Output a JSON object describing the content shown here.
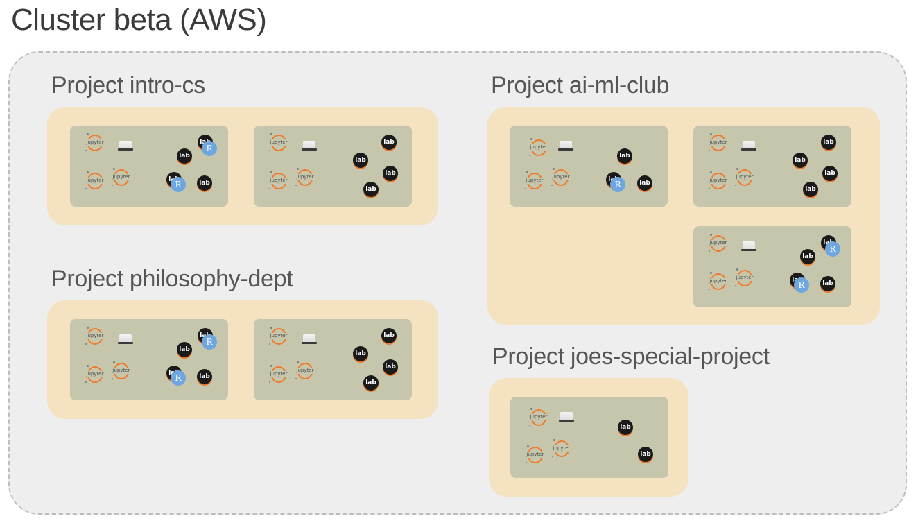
{
  "cluster": {
    "title": "Cluster beta (AWS)"
  },
  "projects": [
    {
      "id": "intro-cs",
      "title": "Project intro-cs"
    },
    {
      "id": "philosophy-dept",
      "title": "Project philosophy-dept"
    },
    {
      "id": "ai-ml-club",
      "title": "Project ai-ml-club"
    },
    {
      "id": "joes-special-project",
      "title": "Project joes-special-project"
    }
  ],
  "icons": {
    "jupyter_word": "jupyter",
    "lab_label": "lab",
    "r_label": "R"
  },
  "colors": {
    "cluster_bg": "#eeeeee",
    "project_bg": "#f5e2c0",
    "node_bg": "#c6c6ad",
    "jupyter_orange": "#ef7a2c",
    "r_blue": "#6ea6df"
  }
}
